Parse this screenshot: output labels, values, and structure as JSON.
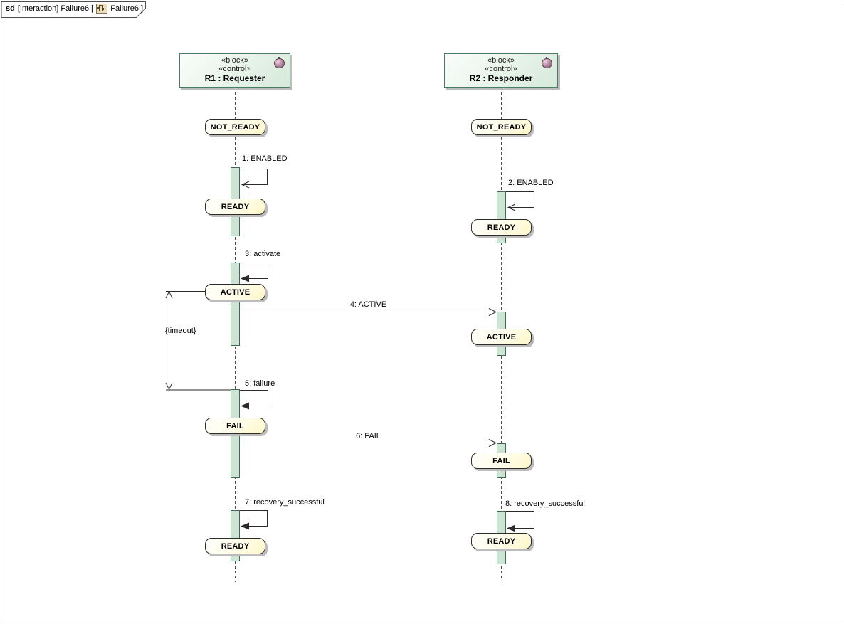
{
  "tab": {
    "keyword": "sd",
    "context": "[Interaction] Failure6 [",
    "diagram_name": "Failure6 ]",
    "icon": "sequence-diagram-icon"
  },
  "lifelines": [
    {
      "stereotypes": [
        "«block»",
        "«control»"
      ],
      "name": "R1 : Requester",
      "icon": "control-ball-icon",
      "states": [
        "NOT_READY",
        "READY",
        "ACTIVE",
        "FAIL",
        "READY"
      ]
    },
    {
      "stereotypes": [
        "«block»",
        "«control»"
      ],
      "name": "R2 : Responder",
      "icon": "control-ball-icon",
      "states": [
        "NOT_READY",
        "READY",
        "ACTIVE",
        "FAIL",
        "READY"
      ]
    }
  ],
  "messages": {
    "m1": {
      "label": "1: ENABLED",
      "kind": "self"
    },
    "m2": {
      "label": "2: ENABLED",
      "kind": "self"
    },
    "m3": {
      "label": "3: activate",
      "kind": "self"
    },
    "m4": {
      "label": "4: ACTIVE",
      "kind": "async",
      "from": "R1 : Requester",
      "to": "R2 : Responder"
    },
    "m5": {
      "label": "5: failure",
      "kind": "self"
    },
    "m6": {
      "label": "6: FAIL",
      "kind": "async",
      "from": "R1 : Requester",
      "to": "R2 : Responder"
    },
    "m7": {
      "label": "7: recovery_successful",
      "kind": "self"
    },
    "m8": {
      "label": "8: recovery_successful",
      "kind": "self"
    }
  },
  "constraint": {
    "label": "{timeout}"
  },
  "colors": {
    "header_fill": "#d5e9d9",
    "header_border": "#4c7a64",
    "activation_fill": "#cde4d4",
    "activation_border": "#3f6b52",
    "state_fill": "#fdf6c8",
    "state_border": "#2b2b2b",
    "shadow": "#bcbcbc",
    "line": "#2a2a2a"
  }
}
